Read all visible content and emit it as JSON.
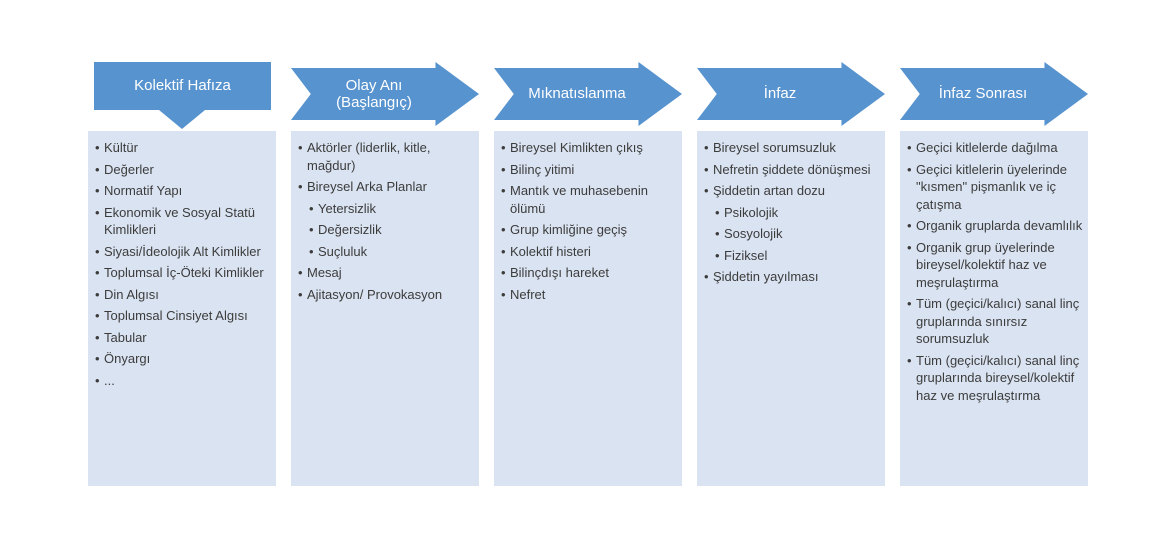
{
  "colors": {
    "accent_blue": "#5793ce",
    "body_fill": "#dae3f1",
    "header_text": "#ffffff",
    "body_text": "#3c3c3c"
  },
  "columns": [
    {
      "header": "Kolektif Hafıza",
      "shape": "box-with-down-arrow",
      "items": [
        {
          "text": "Kültür",
          "level": 0
        },
        {
          "text": "Değerler",
          "level": 0
        },
        {
          "text": "Normatif Yapı",
          "level": 0
        },
        {
          "text": "Ekonomik ve Sosyal Statü Kimlikleri",
          "level": 0
        },
        {
          "text": "Siyasi/İdeolojik Alt Kimlikler",
          "level": 0
        },
        {
          "text": "Toplumsal İç-Öteki Kimlikler",
          "level": 0
        },
        {
          "text": "Din Algısı",
          "level": 0
        },
        {
          "text": "Toplumsal Cinsiyet Algısı",
          "level": 0
        },
        {
          "text": "Tabular",
          "level": 0
        },
        {
          "text": "Önyargı",
          "level": 0
        },
        {
          "text": "...",
          "level": 0
        }
      ]
    },
    {
      "header": "Olay Anı (Başlangıç)",
      "shape": "notched-right-arrow",
      "items": [
        {
          "text": "Aktörler (liderlik, kitle, mağdur)",
          "level": 0
        },
        {
          "text": "Bireysel Arka Planlar",
          "level": 0
        },
        {
          "text": "Yetersizlik",
          "level": 1
        },
        {
          "text": "Değersizlik",
          "level": 1
        },
        {
          "text": "Suçluluk",
          "level": 1
        },
        {
          "text": "Mesaj",
          "level": 0
        },
        {
          "text": "Ajitasyon/ Provokasyon",
          "level": 0
        }
      ]
    },
    {
      "header": "Mıknatıslanma",
      "shape": "notched-right-arrow",
      "items": [
        {
          "text": "Bireysel Kimlikten çıkış",
          "level": 0
        },
        {
          "text": "Bilinç yitimi",
          "level": 0
        },
        {
          "text": "Mantık ve muhasebenin ölümü",
          "level": 0
        },
        {
          "text": "Grup kimliğine geçiş",
          "level": 0
        },
        {
          "text": "Kolektif histeri",
          "level": 0
        },
        {
          "text": "Bilinçdışı hareket",
          "level": 0
        },
        {
          "text": "Nefret",
          "level": 0
        }
      ]
    },
    {
      "header": "İnfaz",
      "shape": "notched-right-arrow",
      "items": [
        {
          "text": "Bireysel sorumsuzluk",
          "level": 0
        },
        {
          "text": "Nefretin şiddete dönüşmesi",
          "level": 0
        },
        {
          "text": "Şiddetin artan dozu",
          "level": 0
        },
        {
          "text": "Psikolojik",
          "level": 1
        },
        {
          "text": "Sosyolojik",
          "level": 1
        },
        {
          "text": "Fiziksel",
          "level": 1
        },
        {
          "text": "Şiddetin yayılması",
          "level": 0
        }
      ]
    },
    {
      "header": "İnfaz Sonrası",
      "shape": "notched-right-arrow",
      "items": [
        {
          "text": "Geçici kitlelerde dağılma",
          "level": 0
        },
        {
          "text": "Geçici kitlelerin üyelerinde \"kısmen\" pişmanlık ve iç çatışma",
          "level": 0
        },
        {
          "text": "Organik gruplarda devamlılık",
          "level": 0
        },
        {
          "text": "Organik grup üyelerinde bireysel/kolektif haz ve meşrulaştırma",
          "level": 0
        },
        {
          "text": "Tüm (geçici/kalıcı) sanal linç gruplarında sınırsız sorumsuzluk",
          "level": 0
        },
        {
          "text": "Tüm (geçici/kalıcı) sanal linç gruplarında bireysel/kolektif haz ve meşrulaştırma",
          "level": 0
        }
      ]
    }
  ]
}
